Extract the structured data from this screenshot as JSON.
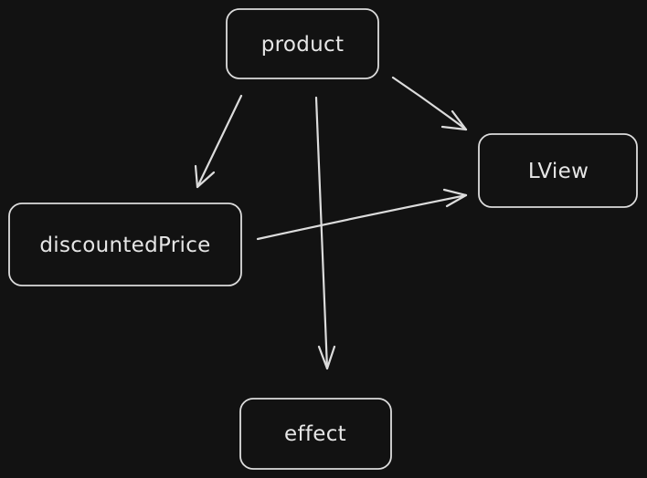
{
  "canvas": {
    "background": "#121212",
    "stroke_color": "#dcdcdc",
    "text_color": "#e6e6e6"
  },
  "nodes": {
    "product": "product",
    "lview": "LView",
    "discounted_price": "discountedPrice",
    "effect": "effect"
  },
  "edges": [
    {
      "from": "product",
      "to": "discountedPrice"
    },
    {
      "from": "product",
      "to": "effect"
    },
    {
      "from": "product",
      "to": "LView"
    },
    {
      "from": "discountedPrice",
      "to": "LView"
    }
  ]
}
